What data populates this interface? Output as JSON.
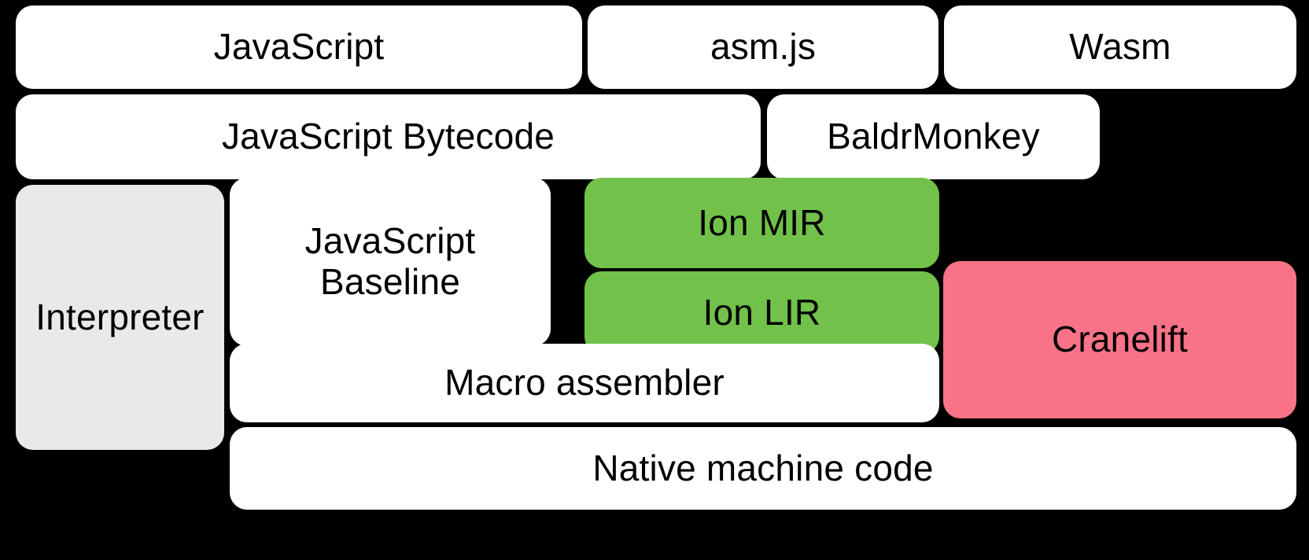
{
  "diagram": {
    "title": "SpiderMonkey compilation pipeline",
    "background_color": "#000000",
    "colors": {
      "white": "#ffffff",
      "gray": "#e9e9e9",
      "green": "#72c14b",
      "pink": "#f87387",
      "text": "#000000"
    },
    "rows": [
      {
        "name": "source-languages",
        "nodes": [
          {
            "id": "javascript",
            "label": "JavaScript",
            "fill": "white"
          },
          {
            "id": "asmjs",
            "label": "asm.js",
            "fill": "white"
          },
          {
            "id": "wasm",
            "label": "Wasm",
            "fill": "white"
          }
        ]
      },
      {
        "name": "intermediate-front-end",
        "nodes": [
          {
            "id": "js_bytecode",
            "label": "JavaScript Bytecode",
            "fill": "white"
          },
          {
            "id": "baldrmonkey",
            "label": "BaldrMonkey",
            "fill": "white"
          }
        ]
      },
      {
        "name": "execution-tiers",
        "nodes": [
          {
            "id": "interpreter",
            "label": "Interpreter",
            "fill": "gray"
          },
          {
            "id": "js_baseline",
            "label": "JavaScript\nBaseline",
            "fill": "white"
          },
          {
            "id": "ion_mir",
            "label": "Ion MIR",
            "fill": "green"
          },
          {
            "id": "ion_lir",
            "label": "Ion LIR",
            "fill": "green"
          },
          {
            "id": "cranelift",
            "label": "Cranelift",
            "fill": "pink"
          },
          {
            "id": "macro_asm",
            "label": "Macro assembler",
            "fill": "white"
          }
        ]
      },
      {
        "name": "output",
        "nodes": [
          {
            "id": "native_code",
            "label": "Native machine code",
            "fill": "white"
          }
        ]
      }
    ]
  },
  "labels": {
    "javascript": "JavaScript",
    "asmjs": "asm.js",
    "wasm": "Wasm",
    "js_bytecode": "JavaScript Bytecode",
    "baldrmonkey": "BaldrMonkey",
    "interpreter": "Interpreter",
    "js_baseline": "JavaScript\nBaseline",
    "ion_mir": "Ion MIR",
    "ion_lir": "Ion LIR",
    "cranelift": "Cranelift",
    "macro_assembler": "Macro assembler",
    "native_code": "Native machine code"
  }
}
